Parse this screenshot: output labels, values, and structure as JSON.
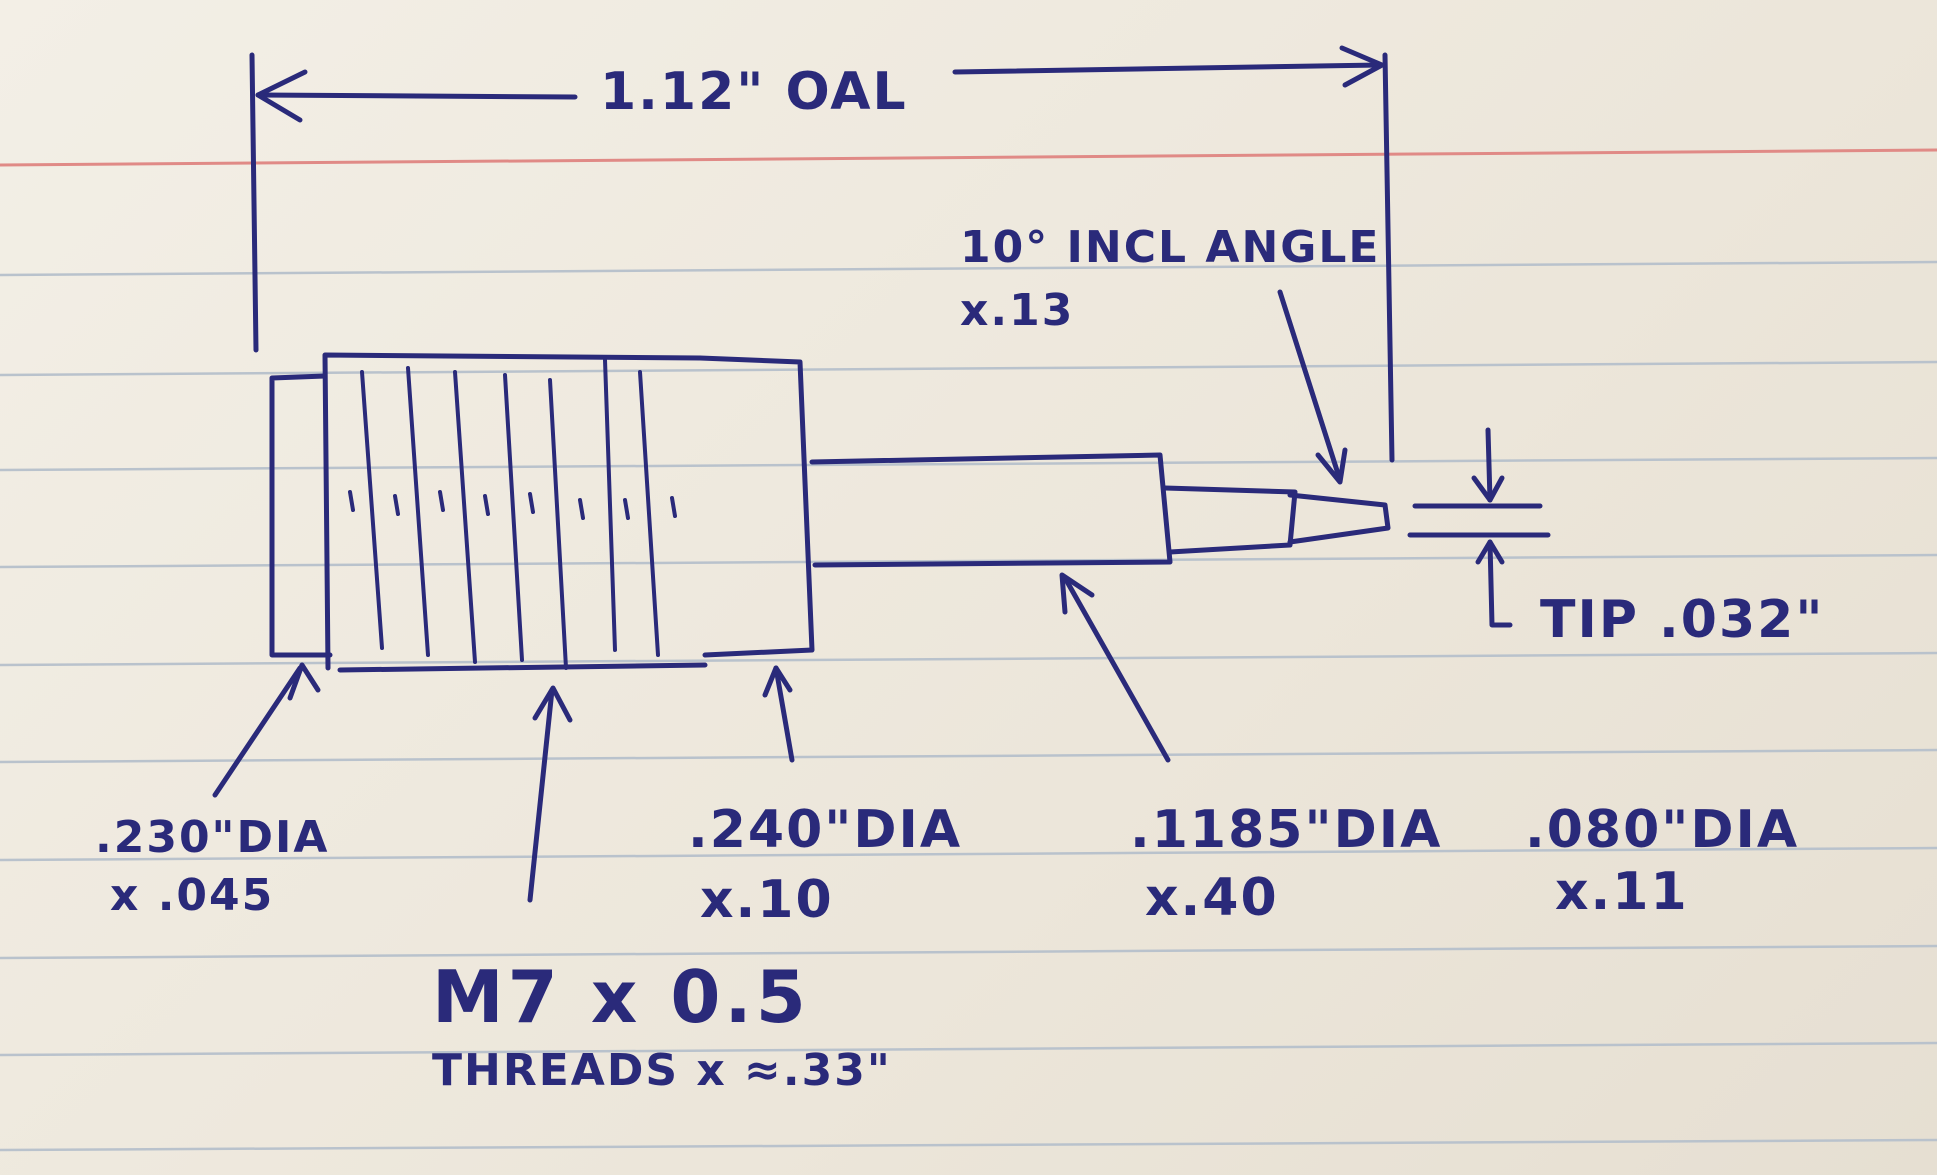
{
  "annotations": {
    "oal": "1.12\" OAL",
    "angle_line1": "10° INCL ANGLE",
    "angle_line2": "x.13",
    "tip": "TIP .032\"",
    "dia_230_line1": ".230\"DIA",
    "dia_230_line2": "x .045",
    "dia_240_line1": ".240\"DIA",
    "dia_240_line2": "x.10",
    "dia_1185_line1": ".1185\"DIA",
    "dia_1185_line2": "x.40",
    "dia_080_line1": ".080\"DIA",
    "dia_080_line2": "x.11",
    "thread_line1": "M7 x 0.5",
    "thread_line2": "THREADS x ≈.33\""
  },
  "colors": {
    "ink": "#2a2a7a",
    "paper": "#efe9de",
    "ruled_line": "#b9c2cc",
    "margin_line": "#e08a86"
  }
}
